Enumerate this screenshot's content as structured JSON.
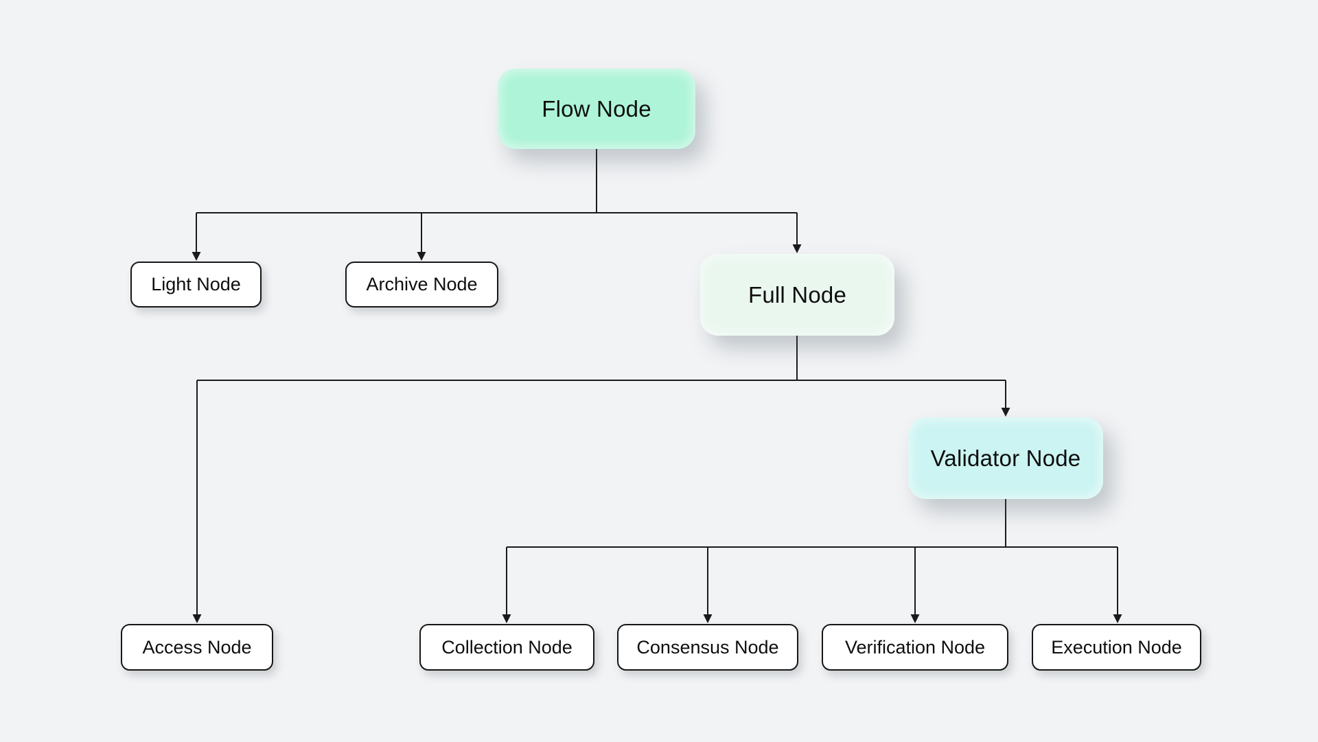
{
  "background": "#f2f3f5",
  "connector_color": "#1a1a1a",
  "nodes": {
    "flow": {
      "label": "Flow Node",
      "fill": "#adf4d8",
      "emphasis": "major"
    },
    "light": {
      "label": "Light Node",
      "fill": "#ffffff",
      "emphasis": "minor"
    },
    "archive": {
      "label": "Archive Node",
      "fill": "#ffffff",
      "emphasis": "minor"
    },
    "full": {
      "label": "Full Node",
      "fill": "#eaf7ef",
      "emphasis": "major"
    },
    "access": {
      "label": "Access Node",
      "fill": "#ffffff",
      "emphasis": "minor"
    },
    "validator": {
      "label": "Validator Node",
      "fill": "#cbf4f2",
      "emphasis": "major"
    },
    "collection": {
      "label": "Collection Node",
      "fill": "#ffffff",
      "emphasis": "minor"
    },
    "consensus": {
      "label": "Consensus Node",
      "fill": "#ffffff",
      "emphasis": "minor"
    },
    "verification": {
      "label": "Verification Node",
      "fill": "#ffffff",
      "emphasis": "minor"
    },
    "execution": {
      "label": "Execution Node",
      "fill": "#ffffff",
      "emphasis": "minor"
    }
  },
  "edges": [
    {
      "from": "Flow Node",
      "to": "Light Node"
    },
    {
      "from": "Flow Node",
      "to": "Archive Node"
    },
    {
      "from": "Flow Node",
      "to": "Full Node"
    },
    {
      "from": "Full Node",
      "to": "Access Node"
    },
    {
      "from": "Full Node",
      "to": "Validator Node"
    },
    {
      "from": "Validator Node",
      "to": "Collection Node"
    },
    {
      "from": "Validator Node",
      "to": "Consensus Node"
    },
    {
      "from": "Validator Node",
      "to": "Verification Node"
    },
    {
      "from": "Validator Node",
      "to": "Execution Node"
    }
  ]
}
